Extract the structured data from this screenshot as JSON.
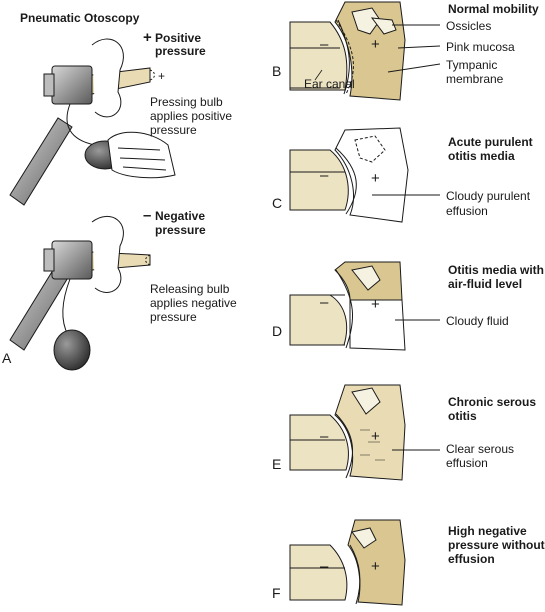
{
  "panel_a": {
    "letter": "A",
    "title": "Pneumatic Otoscopy",
    "positive": {
      "sign": "+",
      "label_line1": "Positive",
      "label_line2": "pressure",
      "desc_line1": "Pressing bulb",
      "desc_line2": "applies positive",
      "desc_line3": "pressure",
      "plus": "+"
    },
    "negative": {
      "sign": "–",
      "label_line1": "Negative",
      "label_line2": "pressure",
      "desc_line1": "Releasing bulb",
      "desc_line2": "applies negative",
      "desc_line3": "pressure"
    }
  },
  "panels": {
    "b": {
      "letter": "B",
      "title_line1": "Normal mobility",
      "minus": "–",
      "plus": "+",
      "labels": {
        "ossicles": "Ossicles",
        "mucosa": "Pink mucosa",
        "tm_line1": "Tympanic",
        "tm_line2": "membrane",
        "ear_canal": "Ear canal"
      }
    },
    "c": {
      "letter": "C",
      "title_line1": "Acute purulent",
      "title_line2": "otitis media",
      "minus": "–",
      "plus": "+",
      "label_line1": "Cloudy purulent",
      "label_line2": "effusion"
    },
    "d": {
      "letter": "D",
      "title_line1": "Otitis media with",
      "title_line2": "air-fluid level",
      "minus": "–",
      "plus": "+",
      "label_line1": "Cloudy fluid"
    },
    "e": {
      "letter": "E",
      "title_line1": "Chronic serous",
      "title_line2": "otitis",
      "minus": "–",
      "plus": "+",
      "label_line1": "Clear serous",
      "label_line2": "effusion"
    },
    "f": {
      "letter": "F",
      "title_line1": "High negative",
      "title_line2": "pressure without",
      "title_line3": "effusion",
      "minus": "–",
      "plus": "+"
    }
  },
  "colors": {
    "tan": "#e9dcb5",
    "mucosa": "#d9c690",
    "ink": "#1a1a1a",
    "scope_gray": "#8e8e8e",
    "bulb": "#3e3e3e",
    "canal": "#ece3c2"
  }
}
